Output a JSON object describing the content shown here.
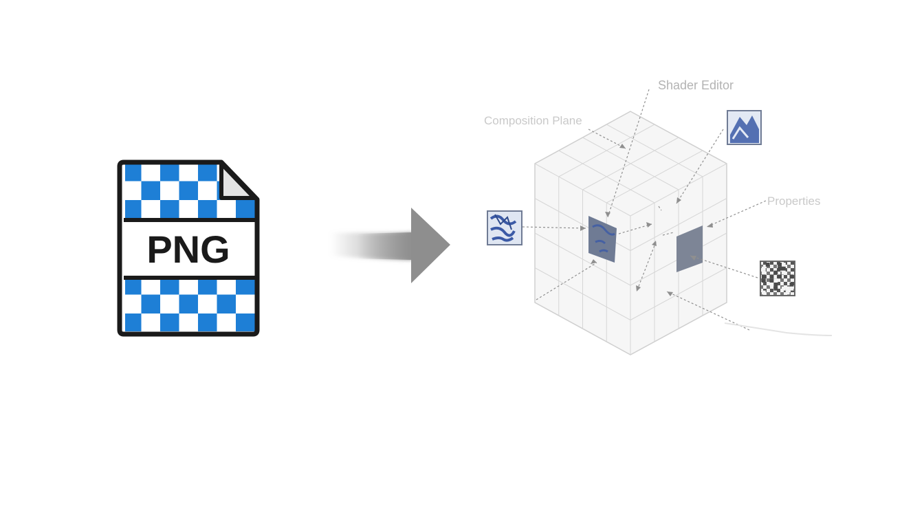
{
  "file_icon": {
    "label": "PNG",
    "checker_color": "#1e7fd6",
    "outline_color": "#1a1a1a",
    "icon": "png-file-icon"
  },
  "arrow": {
    "icon": "arrow-right-icon",
    "color": "#8e8e8e"
  },
  "diagram": {
    "labels": {
      "top": "Shader Editor",
      "left": "Composition Plane",
      "right": "Properties"
    },
    "grid_color": "#cfcfcf",
    "panel_color": "#7d8596",
    "accent_color": "#3b5aa6"
  }
}
